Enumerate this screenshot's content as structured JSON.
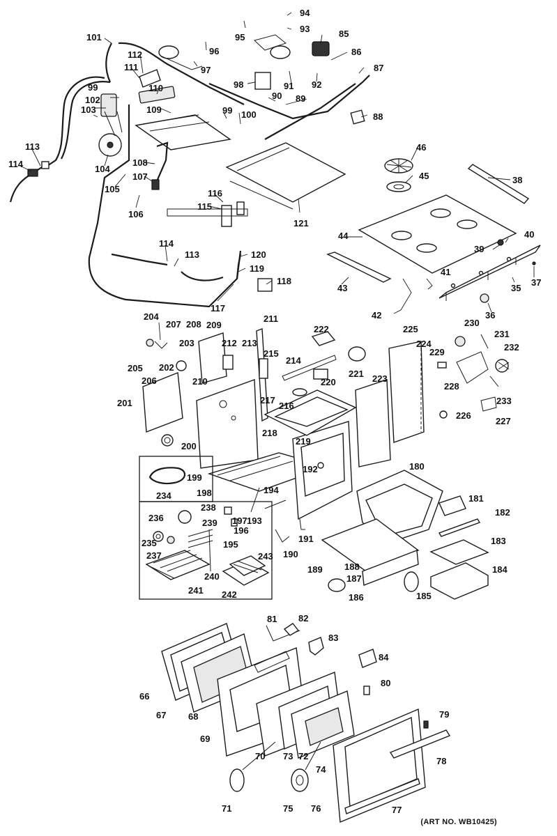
{
  "art_number": "(ART NO. WB10425)",
  "callouts": {
    "c35": "35",
    "c36": "36",
    "c37": "37",
    "c38": "38",
    "c39": "39",
    "c40": "40",
    "c41": "41",
    "c42": "42",
    "c43": "43",
    "c44": "44",
    "c45": "45",
    "c46": "46",
    "c66": "66",
    "c67": "67",
    "c68": "68",
    "c69": "69",
    "c70": "70",
    "c71": "71",
    "c72": "72",
    "c73": "73",
    "c74": "74",
    "c75": "75",
    "c76": "76",
    "c77": "77",
    "c78": "78",
    "c79": "79",
    "c80": "80",
    "c81": "81",
    "c82": "82",
    "c83": "83",
    "c84": "84",
    "c85": "85",
    "c86": "86",
    "c87": "87",
    "c88": "88",
    "c89": "89",
    "c90": "90",
    "c91": "91",
    "c92": "92",
    "c93": "93",
    "c94": "94",
    "c95": "95",
    "c96": "96",
    "c97": "97",
    "c98": "98",
    "c99": "99",
    "c99b": "99",
    "c100": "100",
    "c101": "101",
    "c102": "102",
    "c103": "103",
    "c104": "104",
    "c105": "105",
    "c106": "106",
    "c107": "107",
    "c108": "108",
    "c109": "109",
    "c110": "110",
    "c111": "111",
    "c112": "112",
    "c113": "113",
    "c113b": "113",
    "c114": "114",
    "c114b": "114",
    "c115": "115",
    "c116": "116",
    "c117": "117",
    "c118": "118",
    "c119": "119",
    "c120": "120",
    "c121": "121",
    "c180": "180",
    "c181": "181",
    "c182": "182",
    "c183": "183",
    "c184": "184",
    "c185": "185",
    "c186": "186",
    "c187": "187",
    "c188": "188",
    "c189": "189",
    "c190": "190",
    "c191": "191",
    "c192": "192",
    "c193": "193",
    "c194": "194",
    "c195": "195",
    "c196": "196",
    "c197": "197",
    "c198": "198",
    "c199": "199",
    "c200": "200",
    "c201": "201",
    "c202": "202",
    "c203": "203",
    "c204": "204",
    "c205": "205",
    "c206": "206",
    "c207": "207",
    "c208": "208",
    "c209": "209",
    "c210": "210",
    "c211": "211",
    "c212": "212",
    "c213": "213",
    "c214": "214",
    "c215": "215",
    "c216": "216",
    "c217": "217",
    "c218": "218",
    "c219": "219",
    "c220": "220",
    "c221": "221",
    "c222": "222",
    "c223": "223",
    "c224": "224",
    "c225": "225",
    "c226": "226",
    "c227": "227",
    "c228": "228",
    "c229": "229",
    "c230": "230",
    "c231": "231",
    "c232": "232",
    "c233": "233",
    "c234": "234",
    "c235": "235",
    "c236": "236",
    "c237": "237",
    "c238": "238",
    "c239": "239",
    "c240": "240",
    "c241": "241",
    "c242": "242",
    "c243": "243"
  }
}
